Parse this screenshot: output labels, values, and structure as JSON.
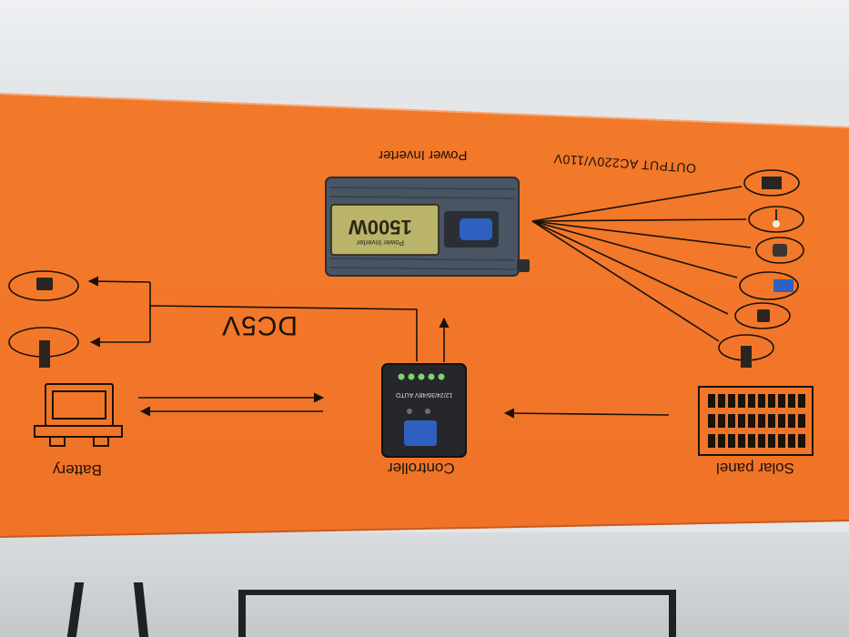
{
  "labels": {
    "power_inverter": "Power Inverter",
    "output": "OUTPUT AC220V/110V",
    "dc5v": "DC5V",
    "battery": "Battery",
    "controller": "Controller",
    "solar_panel": "Solar panel"
  },
  "inverter": {
    "wattage": "1500W",
    "subtext": "Power Inverter"
  },
  "controller_device": {
    "spec_text": "12/24/36/48V AUTO"
  },
  "colors": {
    "box_orange": "#f2772a",
    "line_color": "#1a1208",
    "inverter_body": "#4a5563",
    "lcd_green": "#b9b46a",
    "screen_blue": "#2f5fbf"
  }
}
